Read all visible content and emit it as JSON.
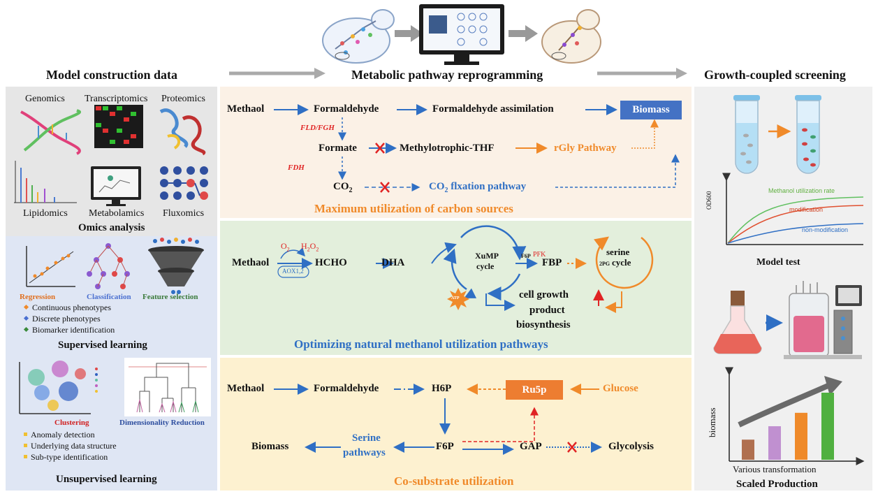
{
  "headers": {
    "left": "Model construction data",
    "middle": "Metabolic pathway reprogramming",
    "right": "Growth-coupled screening"
  },
  "omics": {
    "items": [
      "Genomics",
      "Transcriptomics",
      "Proteomics",
      "Lipidomics",
      "Metabolamics",
      "Fluxomics"
    ],
    "title": "Omics analysis"
  },
  "supervised": {
    "regression": "Regression",
    "classification": "Classification",
    "feature_selection": "Feature selection",
    "bullets": [
      "Continuous phenotypes",
      "Discrete phenotypes",
      "Biomarker identification"
    ],
    "title": "Supervised learning"
  },
  "unsupervised": {
    "clustering": "Clustering",
    "dimred": "Dimensionality Reduction",
    "bullets": [
      "Anomaly detection",
      "Underlying data structure",
      "Sub-type identification"
    ],
    "title": "Unsupervised learning"
  },
  "panel1": {
    "methaol": "Methaol",
    "formaldehyde": "Formaldehyde",
    "assimilation": "Formaldehyde assimilation",
    "biomass": "Biomass",
    "fld": "FLD/FGH",
    "formate": "Formate",
    "methylo": "Methylotrophic-THF",
    "rgly": "rGly Pathway",
    "fdh": "FDH",
    "co2": "CO",
    "co2_sub": "2",
    "co2fix_a": "CO",
    "co2fix_sub": "2",
    "co2fix_b": " flxation pathway",
    "caption": "Maximum utilization of carbon sources"
  },
  "panel2": {
    "methaol": "Methaol",
    "o2": "O",
    "o2_sub": "2",
    "h2o2_a": "H",
    "h2o2_sub1": "2",
    "h2o2_b": "O",
    "h2o2_sub2": "2",
    "aox": "AOX1,2",
    "hcho": "HCHO",
    "dha": "DHA",
    "xump_1": "XuMP",
    "xump_2": "cycle",
    "f6p": "F6P",
    "pfk": "PFK",
    "fbp": "FBP",
    "serine": "serine",
    "pg": "2PG",
    "cycle": "cycle",
    "atp": "ATP",
    "growth_1": "cell growth",
    "growth_2": "product",
    "growth_3": "biosynthesis",
    "caption": "Optimizing natural methanol utilization pathways"
  },
  "panel3": {
    "methaol": "Methaol",
    "formaldehyde": "Formaldehyde",
    "h6p": "H6P",
    "ru5p": "Ru5p",
    "glucose": "Glucose",
    "biomass": "Biomass",
    "serine_1": "Serine",
    "serine_2": "pathways",
    "f6p": "F6P",
    "gap": "GAP",
    "glycolysis": "Glycolysis",
    "caption": "Co-substrate utilization"
  },
  "right": {
    "curve_labels": [
      "Methanol utilization rate",
      "modification",
      "non-modification"
    ],
    "od_label": "OD600",
    "model_test": "Model test",
    "biomass_axis": "biomass",
    "various": "Various transformation",
    "scaled": "Scaled Production",
    "bar_values": [
      0.3,
      0.5,
      0.7,
      1.0
    ]
  },
  "colors": {
    "blue": "#2f6fc4",
    "orange": "#f08a2a",
    "red": "#e02424",
    "panel1_bg": "#fbf1e6",
    "panel2_bg": "#e3efdc",
    "panel3_bg": "#fdf1d0",
    "left_top_bg": "#e6e6e6",
    "left_bottom_bg": "#dfe6f4",
    "right_bg": "#f0f0f0",
    "biomass_box": "#4472c4",
    "ru5p_box": "#ed7d31"
  }
}
